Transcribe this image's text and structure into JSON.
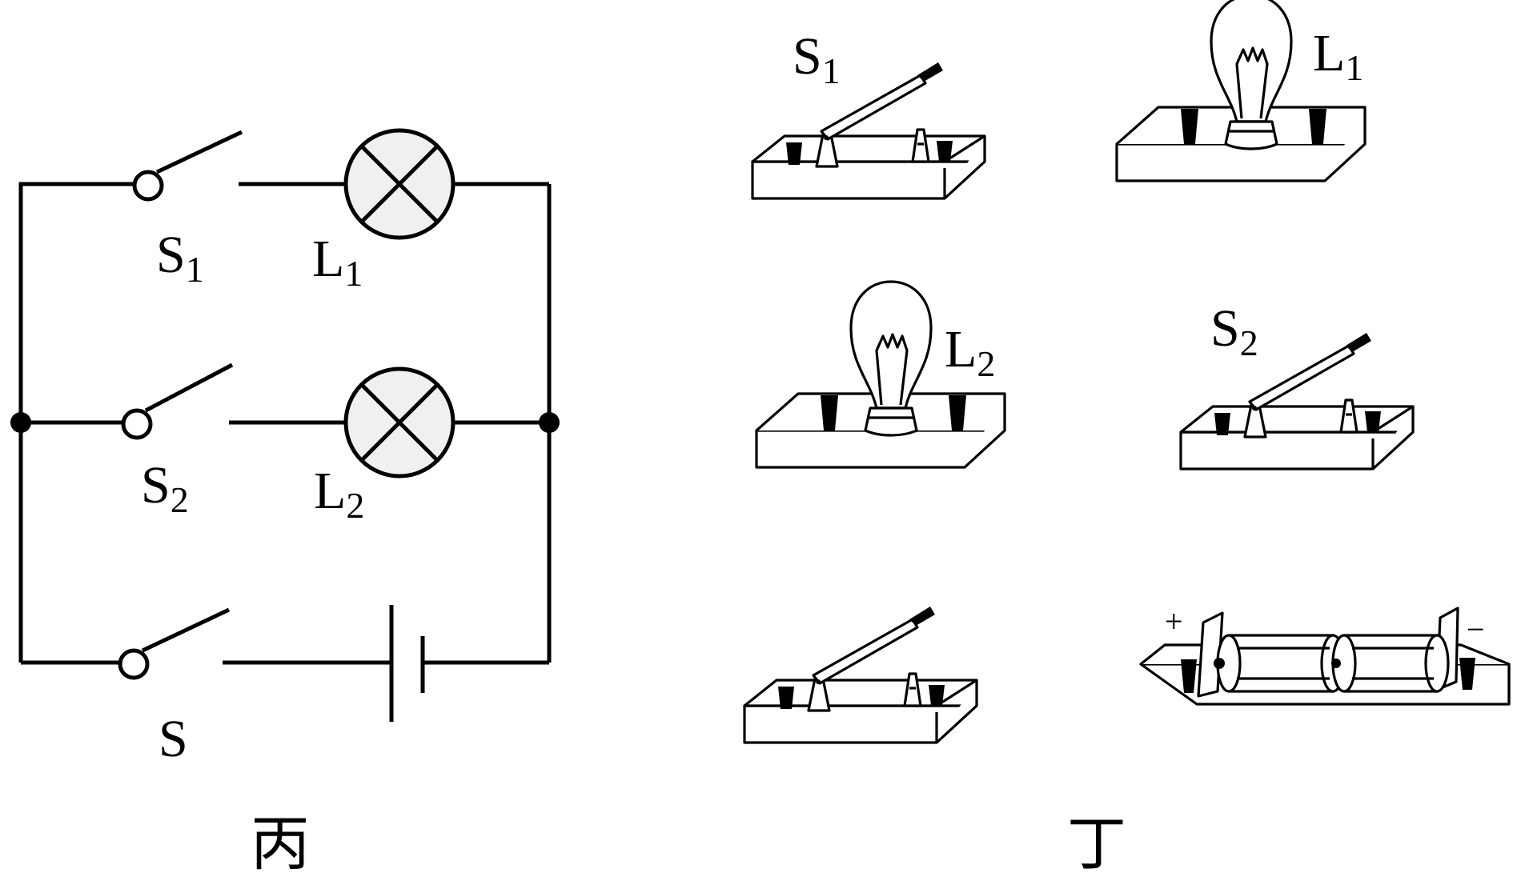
{
  "figure_c": {
    "caption": "丙",
    "switches": [
      {
        "letter": "S",
        "subscript": "1"
      },
      {
        "letter": "S",
        "subscript": "2"
      },
      {
        "letter": "S",
        "subscript": ""
      }
    ],
    "lamps": [
      {
        "letter": "L",
        "subscript": "1"
      },
      {
        "letter": "L",
        "subscript": "2"
      }
    ]
  },
  "figure_d": {
    "caption": "丁",
    "switch_s1": {
      "letter": "S",
      "subscript": "1"
    },
    "lamp_l1": {
      "letter": "L",
      "subscript": "1"
    },
    "lamp_l2": {
      "letter": "L",
      "subscript": "2"
    },
    "switch_s2": {
      "letter": "S",
      "subscript": "2"
    },
    "battery_plus": "+",
    "battery_minus": "−"
  },
  "colors": {
    "line": "#000000",
    "lamp_fill": "#f0f0f0",
    "background": "#ffffff"
  }
}
